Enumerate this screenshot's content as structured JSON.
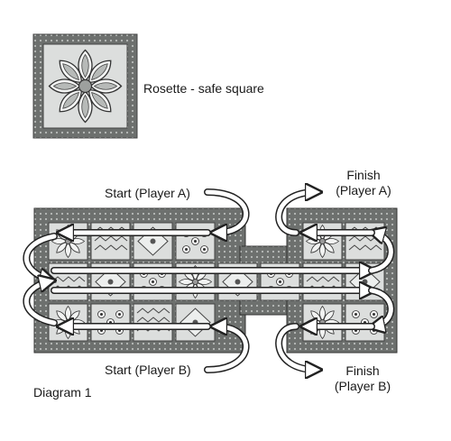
{
  "legend": {
    "label": "Rosette - safe square",
    "icon": "rosette-icon"
  },
  "labels": {
    "start_a": "Start (Player A)",
    "start_b": "Start (Player B)",
    "finish_a_line1": "Finish",
    "finish_a_line2": "(Player A)",
    "finish_b_line1": "Finish",
    "finish_b_line2": "(Player B)",
    "caption": "Diagram 1"
  },
  "board": {
    "rows": 3,
    "cols": 8,
    "missing_cells": [
      [
        0,
        4
      ],
      [
        0,
        5
      ],
      [
        2,
        4
      ],
      [
        2,
        5
      ]
    ],
    "rosette_cells": [
      [
        0,
        0
      ],
      [
        0,
        6
      ],
      [
        1,
        3
      ],
      [
        2,
        0
      ],
      [
        2,
        6
      ]
    ],
    "colors": {
      "frame": "#6d706e",
      "tile": "#dcdedd",
      "ink": "#3a3c3b",
      "arrow_fill": "#ffffff",
      "arrow_stroke": "#222222"
    }
  }
}
